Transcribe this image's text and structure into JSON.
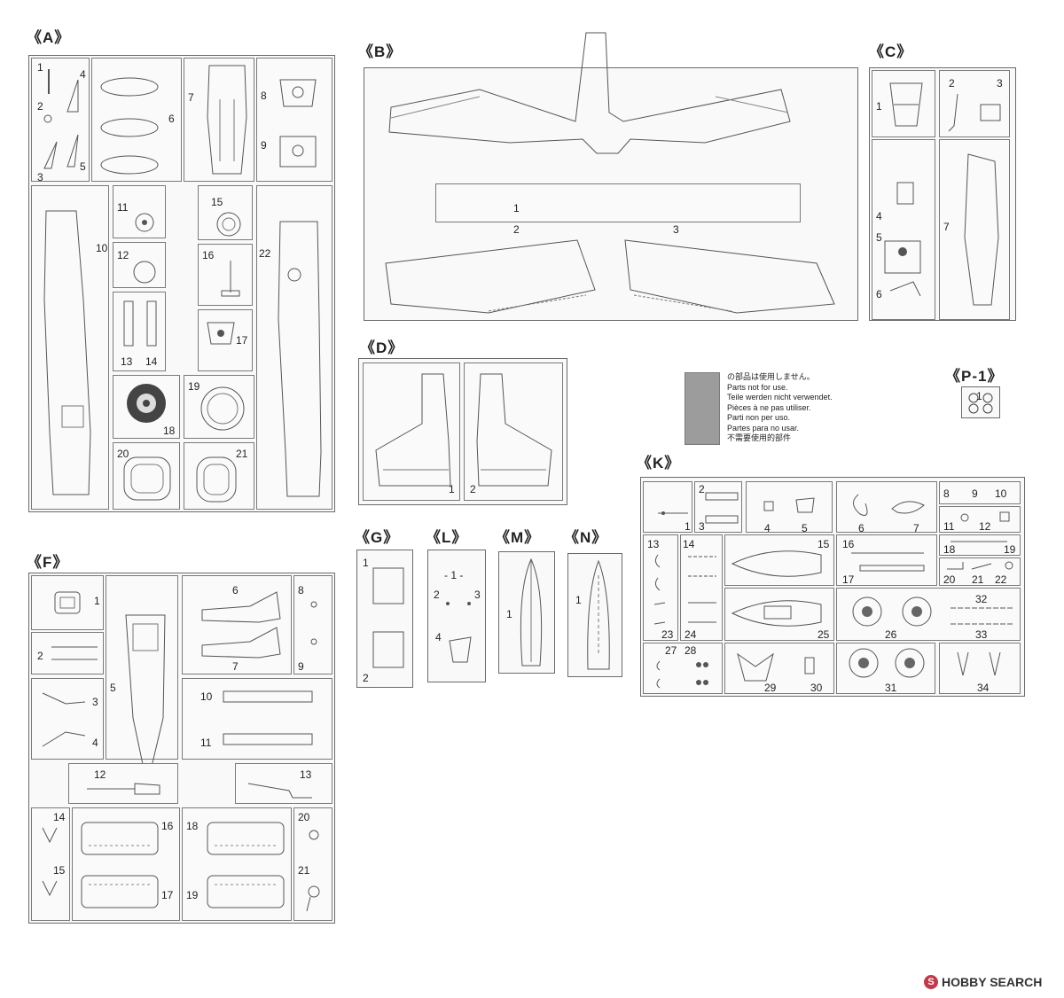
{
  "groups": {
    "A": {
      "label": "《A》",
      "parts": [
        "1",
        "2",
        "3",
        "4",
        "5",
        "6",
        "7",
        "8",
        "9",
        "10",
        "11",
        "12",
        "13",
        "14",
        "15",
        "16",
        "17",
        "18",
        "19",
        "20",
        "21",
        "22"
      ]
    },
    "B": {
      "label": "《B》",
      "parts": [
        "1",
        "2",
        "3"
      ]
    },
    "C": {
      "label": "《C》",
      "parts": [
        "1",
        "2",
        "3",
        "4",
        "5",
        "6",
        "7"
      ]
    },
    "D": {
      "label": "《D》",
      "parts": [
        "1",
        "2"
      ]
    },
    "P1": {
      "label": "《P-1》",
      "parts": [
        "1"
      ]
    },
    "K": {
      "label": "《K》",
      "parts": [
        "1",
        "2",
        "3",
        "4",
        "5",
        "6",
        "7",
        "8",
        "9",
        "10",
        "11",
        "12",
        "13",
        "14",
        "15",
        "16",
        "17",
        "18",
        "19",
        "20",
        "21",
        "22",
        "23",
        "24",
        "25",
        "26",
        "27",
        "28",
        "29",
        "30",
        "31",
        "32",
        "33",
        "34"
      ]
    },
    "F": {
      "label": "《F》",
      "parts": [
        "1",
        "2",
        "3",
        "4",
        "5",
        "6",
        "7",
        "8",
        "9",
        "10",
        "11",
        "12",
        "13",
        "14",
        "15",
        "16",
        "17",
        "18",
        "19",
        "20",
        "21"
      ]
    },
    "G": {
      "label": "《G》",
      "parts": [
        "1",
        "2"
      ]
    },
    "L": {
      "label": "《L》",
      "parts": [
        "1",
        "2",
        "3",
        "4"
      ],
      "top_label": "- 1 -"
    },
    "M": {
      "label": "《M》",
      "parts": [
        "1"
      ]
    },
    "N": {
      "label": "《N》",
      "parts": [
        "1"
      ]
    }
  },
  "legend": {
    "lines": [
      "の部品は使用しません。",
      "Parts not for use.",
      "Teile werden nicht verwendet.",
      "Pièces à ne pas utiliser.",
      "Parti non per uso.",
      "Partes para no usar.",
      "不需要使用的部件"
    ],
    "swatch_color": "#9c9c9c"
  },
  "watermark": {
    "text": "HOBBY SEARCH",
    "mark": "S"
  }
}
